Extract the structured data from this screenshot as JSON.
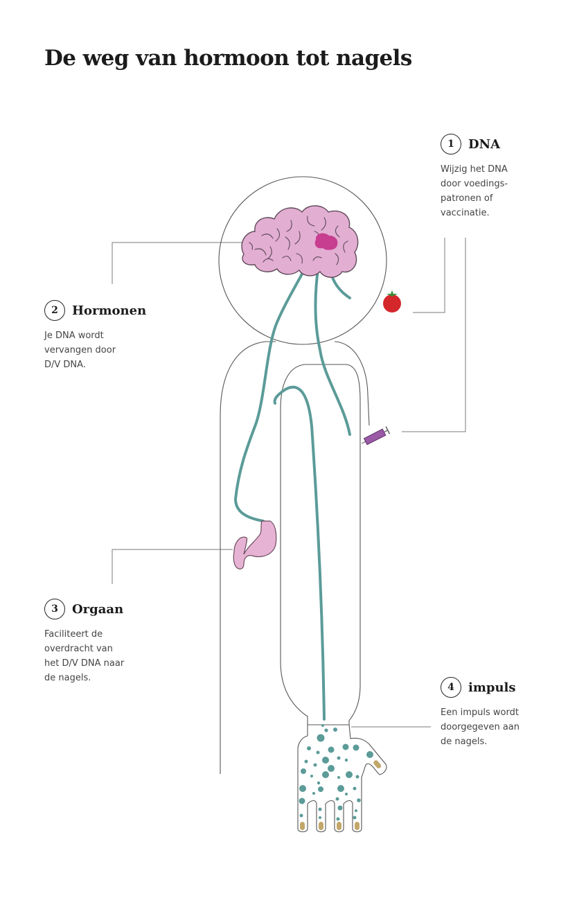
{
  "title": "De weg van hormoon tot nagels",
  "steps": [
    {
      "number": "1",
      "title": "DNA",
      "description": "Wijzig het DNA\ndoor voedings-\npatronen of\nvaccinatie."
    },
    {
      "number": "2",
      "title": "Hormonen",
      "description": "Je DNA wordt\nvervangen door\nD/V DNA."
    },
    {
      "number": "3",
      "title": "Orgaan",
      "description": "Faciliteert de\noverdracht van\nhet D/V DNA naar\nde nagels."
    },
    {
      "number": "4",
      "title": "impuls",
      "description": "Een impuls wordt\ndoorgegeven aan\nde nagels."
    }
  ],
  "colors": {
    "brain": "#e2aed2",
    "gland": "#c73d8f",
    "nerve": "#5b9b98",
    "tomato": "#d4272c",
    "syringe": "#9a5aa6",
    "stomach": "#e7b3d4",
    "nail": "#c2a76a",
    "outline": "#555555"
  }
}
